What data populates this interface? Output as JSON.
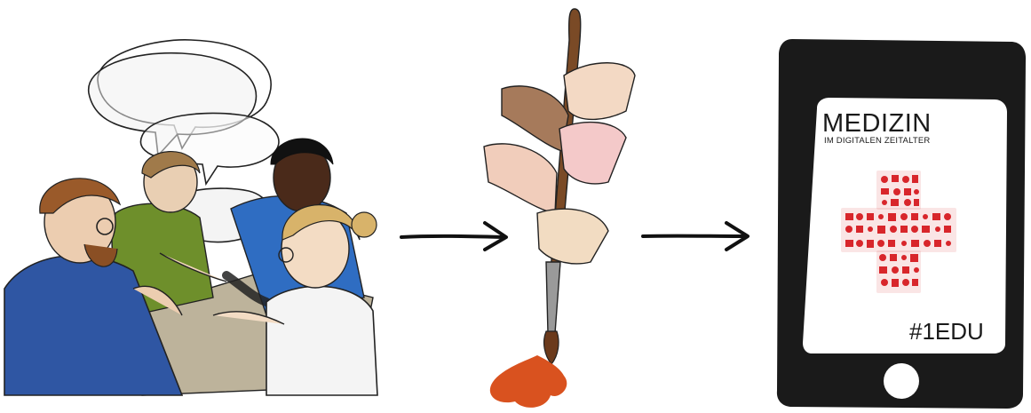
{
  "flow": {
    "steps": [
      "collaborating-group",
      "painting-together",
      "digital-publication"
    ]
  },
  "phone": {
    "title": "MEDIZIN",
    "subtitle": "IM DIGITALEN ZEITALTER",
    "hashtag": "#1EDU"
  },
  "colors": {
    "ink": "#111111",
    "screen_bezel": "#1a1a1a",
    "screen": "#ffffff",
    "medical_red": "#d8262b",
    "paint_orange": "#d9521f",
    "brush_handle": "#7a4a26",
    "shirt_blue": "#2f56a3",
    "shirt_green": "#6e8f2b",
    "hair_blonde": "#d8b36a",
    "hair_brown": "#9a5a2a"
  }
}
